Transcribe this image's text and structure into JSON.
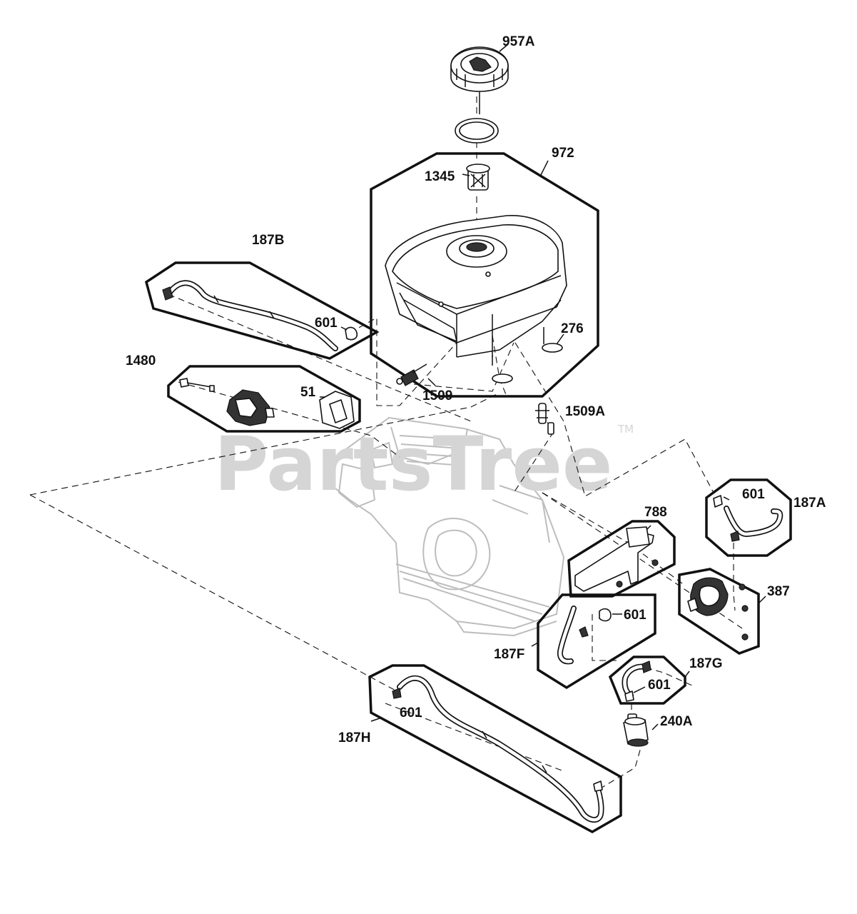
{
  "watermark": {
    "text": "PartsTree",
    "trademark": "TM"
  },
  "labels": {
    "p957A": "957A",
    "p972": "972",
    "p1345": "1345",
    "p187B": "187B",
    "p601_b": "601",
    "p276": "276",
    "p1480": "1480",
    "p51": "51",
    "p1509": "1509",
    "p1509A": "1509A",
    "p601_a": "601",
    "p187A": "187A",
    "p788": "788",
    "p387": "387",
    "p601_f": "601",
    "p187F": "187F",
    "p187G": "187G",
    "p601_g": "601",
    "p240A": "240A",
    "p601_h": "601",
    "p187H": "187H"
  }
}
